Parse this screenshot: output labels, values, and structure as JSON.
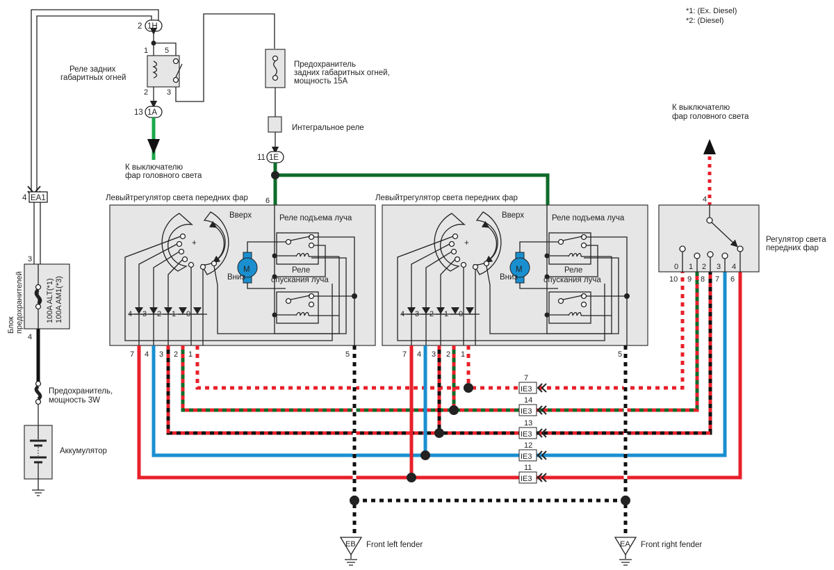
{
  "footnotes": [
    "*1:  (Ex.  Diesel)",
    "*2:  (Diesel)"
  ],
  "connectors": {
    "c1H": {
      "id": "1H",
      "pin": "2"
    },
    "c1A": {
      "id": "1A",
      "pin": "13"
    },
    "c1E": {
      "id": "1E",
      "pin": "11"
    },
    "cEA1": {
      "id": "EA1",
      "pin": "4"
    },
    "ie3": [
      {
        "id": "IE3",
        "pin": "7"
      },
      {
        "id": "IE3",
        "pin": "14"
      },
      {
        "id": "IE3",
        "pin": "13"
      },
      {
        "id": "IE3",
        "pin": "12"
      },
      {
        "id": "IE3",
        "pin": "11"
      }
    ]
  },
  "tail_relay": {
    "label": [
      "Реле задних",
      "габаритных огней"
    ],
    "pins": [
      "1",
      "5",
      "2",
      "3"
    ]
  },
  "tail_fuse": {
    "label": [
      "Предохранитель",
      "задних габаритных огней,",
      "мощность 15А"
    ]
  },
  "integral_relay": {
    "label": "Интегральное реле"
  },
  "to_headlight_switch_left": [
    "К выключателю",
    "фар головного света"
  ],
  "to_headlight_switch_right": [
    "К выключателю",
    "фар головного света"
  ],
  "fuse_block": {
    "label": [
      "Блок",
      "предохранителей"
    ],
    "ratings": [
      "100A  ALT(*1)",
      "100A  AM1(*3)"
    ],
    "pins": [
      "3",
      "4"
    ]
  },
  "fuse_3w": {
    "label": [
      "Предохранитель,",
      "мощность 3W"
    ]
  },
  "battery": {
    "label": "Аккумулятор"
  },
  "regulators": [
    {
      "title": "Левыйтрегулятор света передних фар",
      "top_pin": "6",
      "pins": [
        "7",
        "4",
        "3",
        "2",
        "1",
        "5"
      ]
    },
    {
      "title": "Левыйтрегулятор света передних фар",
      "top_pin": "",
      "pins": [
        "7",
        "4",
        "3",
        "2",
        "1",
        "5"
      ]
    }
  ],
  "regulator_internal": {
    "up": "Вверх",
    "down": "Вниз",
    "plus": "+",
    "motor": "M",
    "relay_up": "Реле подъема луча",
    "relay_down": [
      "Реле",
      "опускания луча"
    ],
    "positions": [
      "4",
      "3",
      "2",
      "1",
      "0"
    ]
  },
  "headlight_switch": {
    "label": [
      "Регулятор света",
      "передних фар"
    ],
    "top_pin": "4",
    "positions": [
      "0",
      "1",
      "2",
      "3",
      "4"
    ],
    "pins": [
      "10",
      "9",
      "8",
      "7",
      "6"
    ]
  },
  "grounds": [
    {
      "id": "EB",
      "label": "Front left fender"
    },
    {
      "id": "EA",
      "label": "Front right fender"
    }
  ],
  "colors": {
    "red": "#e8202a",
    "green": "#0e6b2a",
    "bright_green": "#1aa84a",
    "blue": "#1a8fd0",
    "black": "#111111",
    "box": "#e6e6e6"
  }
}
